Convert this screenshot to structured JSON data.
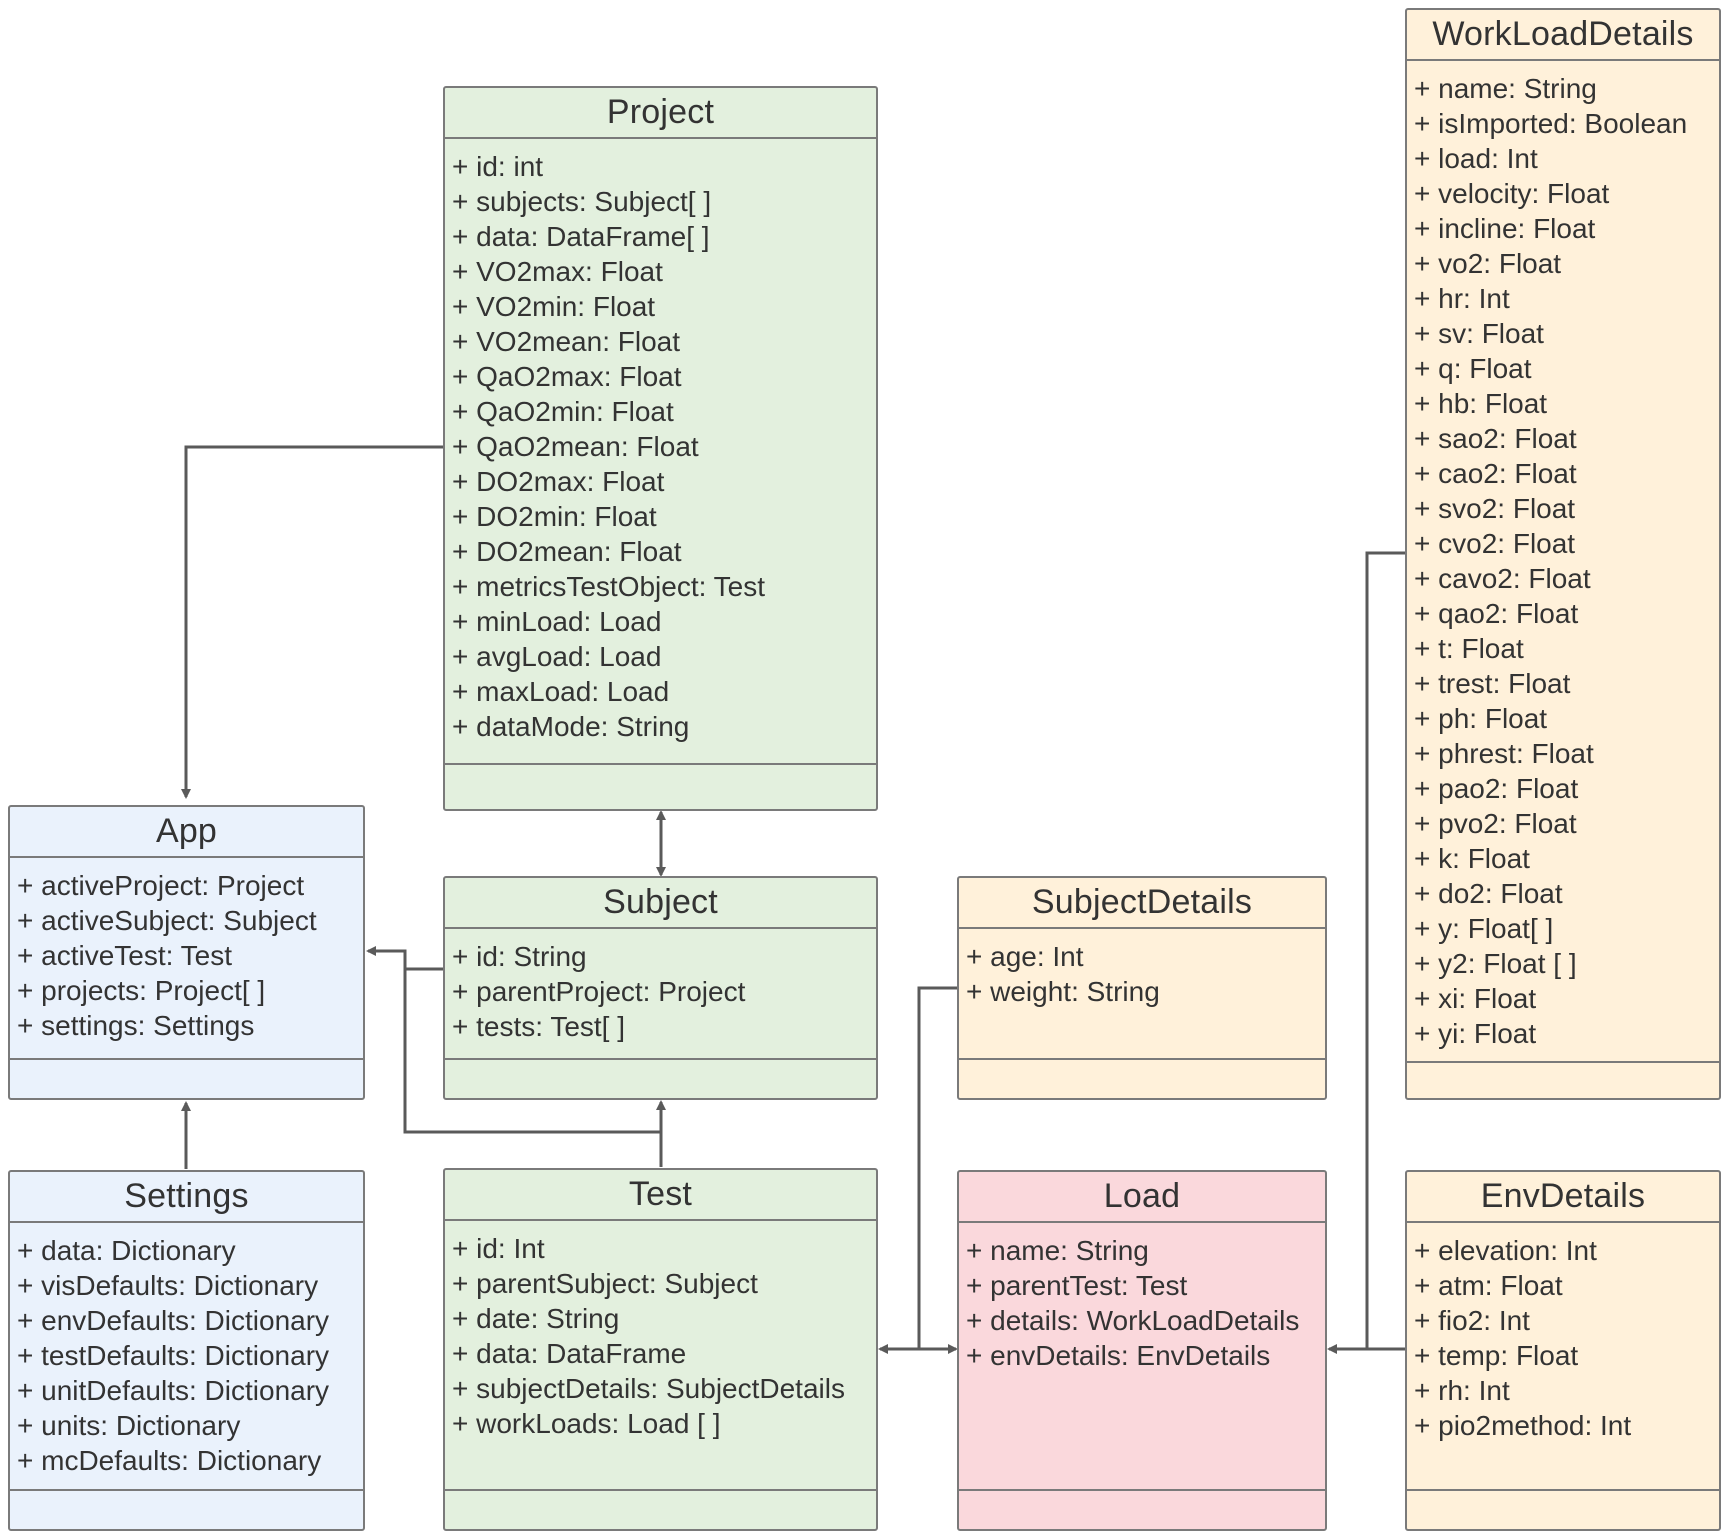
{
  "diagram": {
    "classes": {
      "project": {
        "name": "Project",
        "attributes": [
          "+ id: int",
          "+ subjects: Subject[ ]",
          "+ data: DataFrame[ ]",
          "+ VO2max: Float",
          "+ VO2min: Float",
          "+ VO2mean: Float",
          "+ QaO2max: Float",
          "+ QaO2min: Float",
          "+ QaO2mean: Float",
          "+ DO2max: Float",
          "+ DO2min: Float",
          "+ DO2mean: Float",
          "+ metricsTestObject: Test",
          "+ minLoad: Load",
          "+ avgLoad: Load",
          "+ maxLoad: Load",
          "+ dataMode: String"
        ]
      },
      "app": {
        "name": "App",
        "attributes": [
          "+ activeProject: Project",
          "+ activeSubject: Subject",
          "+ activeTest: Test",
          "+ projects: Project[ ]",
          "+ settings: Settings"
        ]
      },
      "subject": {
        "name": "Subject",
        "attributes": [
          "+ id: String",
          "+ parentProject: Project",
          "+ tests: Test[ ]"
        ]
      },
      "subject_details": {
        "name": "SubjectDetails",
        "attributes": [
          "+ age: Int",
          "+ weight: String"
        ]
      },
      "workload_details": {
        "name": "WorkLoadDetails",
        "attributes": [
          "+ name: String",
          "+ isImported: Boolean",
          "+ load: Int",
          "+ velocity: Float",
          "+ incline: Float",
          "+ vo2: Float",
          "+ hr: Int",
          "+ sv: Float",
          "+ q: Float",
          "+ hb: Float",
          "+ sao2: Float",
          "+ cao2: Float",
          "+ svo2: Float",
          "+ cvo2: Float",
          "+ cavo2: Float",
          "+ qao2: Float",
          "+ t: Float",
          "+ trest: Float",
          "+ ph: Float",
          "+ phrest: Float",
          "+ pao2: Float",
          "+ pvo2: Float",
          "+ k: Float",
          "+ do2: Float",
          "+ y: Float[ ]",
          "+ y2: Float [ ]",
          "+ xi: Float",
          "+ yi: Float"
        ]
      },
      "settings": {
        "name": "Settings",
        "attributes": [
          "+ data: Dictionary",
          "+ visDefaults: Dictionary",
          "+ envDefaults: Dictionary",
          "+ testDefaults: Dictionary",
          "+ unitDefaults: Dictionary",
          "+ units: Dictionary",
          "+ mcDefaults: Dictionary"
        ]
      },
      "test": {
        "name": "Test",
        "attributes": [
          "+ id: Int",
          "+ parentSubject: Subject",
          "+ date: String",
          "+ data: DataFrame",
          "+ subjectDetails: SubjectDetails",
          "+ workLoads: Load [ ]"
        ]
      },
      "load": {
        "name": "Load",
        "attributes": [
          "+ name: String",
          "+ parentTest: Test",
          "+ details: WorkLoadDetails",
          "+ envDetails: EnvDetails"
        ]
      },
      "env_details": {
        "name": "EnvDetails",
        "attributes": [
          "+ elevation: Int",
          "+ atm: Float",
          "+ fio2: Int",
          "+ temp: Float",
          "+ rh: Int",
          "+ pio2method: Int"
        ]
      }
    },
    "colors": {
      "line": "#5a5a5a",
      "border": "#7a7a7a",
      "text": "#333333",
      "green_fill": "#e3f0de",
      "blue_fill": "#eaf2fc",
      "orange_fill": "#fff1da",
      "pink_fill": "#fad8dc"
    }
  }
}
